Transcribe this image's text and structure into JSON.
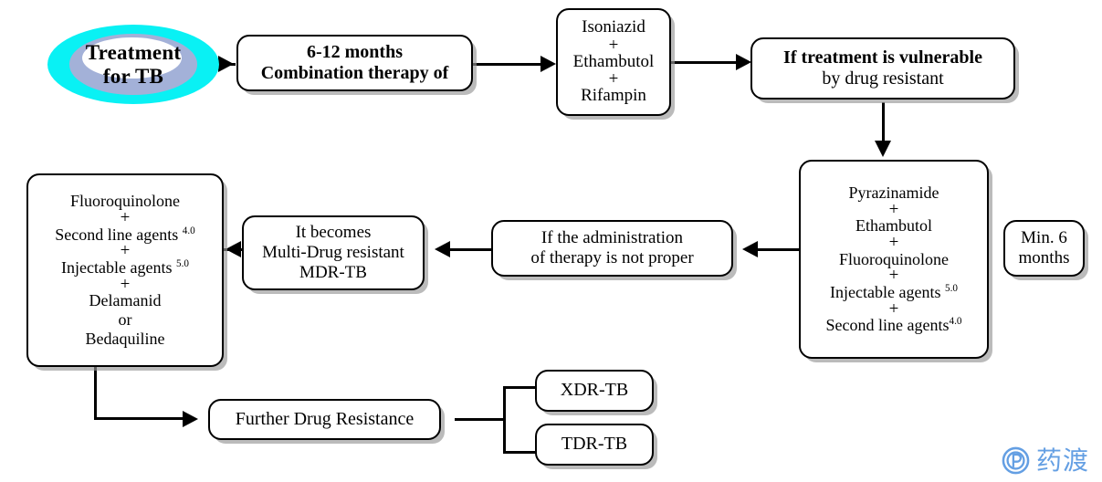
{
  "diagram": {
    "title": "Treatment for TB flowchart",
    "start": {
      "line1": "Treatment",
      "line2": "for TB"
    },
    "nodes": {
      "combination": {
        "line1": "6-12 months",
        "line2": "Combination therapy of"
      },
      "first_line": {
        "items": [
          "Isoniazid",
          "Ethambutol",
          "Rifampin"
        ],
        "separator": "+"
      },
      "vulnerable": {
        "line1": "If treatment is vulnerable",
        "line2": "by drug resistant"
      },
      "pyrazinamide": {
        "items": [
          "Pyrazinamide",
          "Ethambutol",
          "Fluoroquinolone",
          "Injectable agents",
          "Second line agents"
        ],
        "superscripts": [
          "",
          "",
          "",
          "5.0",
          "4.0"
        ],
        "separator": "+"
      },
      "min_months": {
        "line1": "Min. 6",
        "line2": "months"
      },
      "improper": {
        "line1": "If the administration",
        "line2": "of therapy is not proper"
      },
      "mdr": {
        "line1": "It becomes",
        "line2": "Multi-Drug resistant",
        "line3": "MDR-TB"
      },
      "regimen": {
        "items": [
          "Fluoroquinolone",
          "Second line agents",
          "Injectable agents",
          "Delamanid",
          "Bedaquiline"
        ],
        "superscripts": [
          "",
          "4.0",
          "5.0",
          "",
          ""
        ],
        "separator": "+",
        "alt_separator": "or"
      },
      "further": {
        "label": "Further Drug Resistance"
      },
      "xdr": {
        "label": "XDR-TB"
      },
      "tdr": {
        "label": "TDR-TB"
      }
    },
    "colors": {
      "oval_outer": "#09f1f4",
      "oval_mid": "#a3b1d8",
      "oval_inner": "#ffffff",
      "node_border": "#000000",
      "node_fill": "#ffffff",
      "shadow": "#969696",
      "watermark": "#5c9ae2"
    }
  },
  "watermark": {
    "text": "药渡",
    "mark": "drugdu-logo-icon"
  }
}
